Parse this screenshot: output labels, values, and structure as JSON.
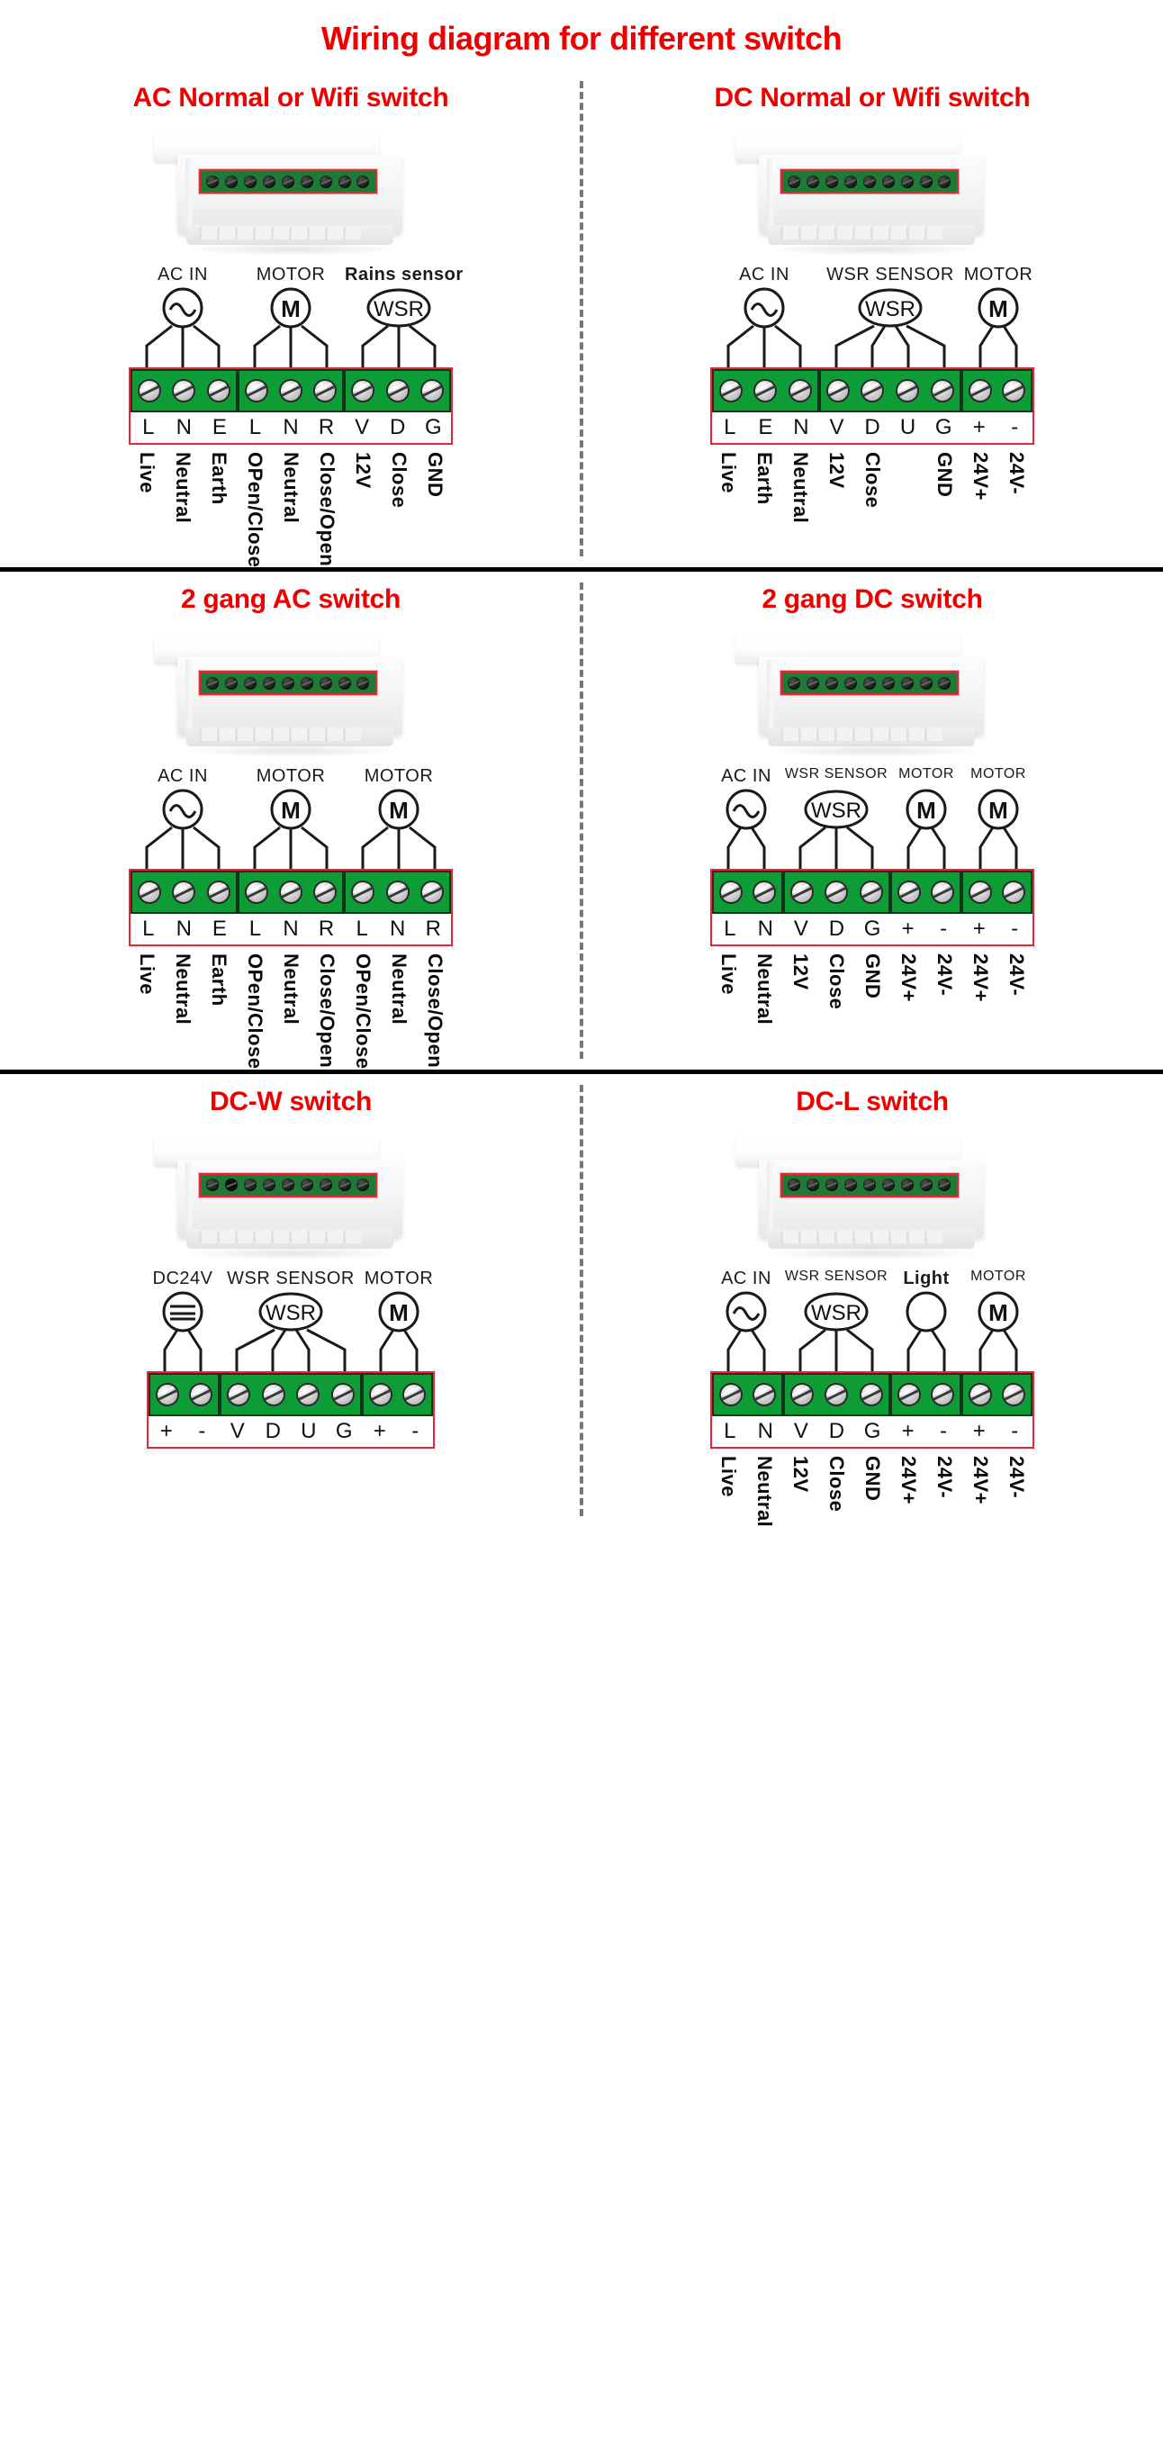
{
  "title": "Wiring diagram for different switch",
  "colors": {
    "title_red": "#ee0000",
    "terminal_green": "#0d9c35",
    "outline_red": "#ee2233",
    "text_black": "#111111"
  },
  "panels": [
    {
      "id": "ac-normal-wifi",
      "title": "AC Normal or Wifi switch",
      "groups": [
        {
          "label": "AC IN",
          "style": "normal",
          "symbol": "ac-source",
          "terminals": 3
        },
        {
          "label": "MOTOR",
          "style": "normal",
          "symbol": "motor",
          "terminals": 3
        },
        {
          "label": "Rains sensor",
          "style": "bold",
          "symbol": "wsr-sensor",
          "terminals": 3
        }
      ],
      "codes": [
        "L",
        "N",
        "E",
        "L",
        "N",
        "R",
        "V",
        "D",
        "G"
      ],
      "descriptions": [
        "Live",
        "Neutral",
        "Earth",
        "OPen/Close",
        "Neutral",
        "Close/Open",
        "12V",
        "Close",
        "GND"
      ]
    },
    {
      "id": "dc-normal-wifi",
      "title": "DC Normal or Wifi switch",
      "groups": [
        {
          "label": "AC IN",
          "style": "normal",
          "symbol": "ac-source",
          "terminals": 3
        },
        {
          "label": "WSR SENSOR",
          "style": "normal",
          "symbol": "wsr-sensor",
          "terminals": 4
        },
        {
          "label": "MOTOR",
          "style": "normal",
          "symbol": "motor",
          "terminals": 2
        }
      ],
      "codes": [
        "L",
        "E",
        "N",
        "V",
        "D",
        "U",
        "G",
        "+",
        "-"
      ],
      "descriptions": [
        "Live",
        "Earth",
        "Neutral",
        "12V",
        "Close",
        "",
        "GND",
        "24V+",
        "24V-"
      ]
    },
    {
      "id": "2-gang-ac",
      "title": "2 gang AC switch",
      "groups": [
        {
          "label": "AC IN",
          "style": "normal",
          "symbol": "ac-source",
          "terminals": 3
        },
        {
          "label": "MOTOR",
          "style": "normal",
          "symbol": "motor",
          "terminals": 3
        },
        {
          "label": "MOTOR",
          "style": "normal",
          "symbol": "motor",
          "terminals": 3
        }
      ],
      "codes": [
        "L",
        "N",
        "E",
        "L",
        "N",
        "R",
        "L",
        "N",
        "R"
      ],
      "descriptions": [
        "Live",
        "Neutral",
        "Earth",
        "OPen/Close",
        "Neutral",
        "Close/Open",
        "OPen/Close",
        "Neutral",
        "Close/Open"
      ]
    },
    {
      "id": "2-gang-dc",
      "title": "2 gang DC switch",
      "groups": [
        {
          "label": "AC IN",
          "style": "normal",
          "symbol": "ac-source",
          "terminals": 2
        },
        {
          "label": "WSR SENSOR",
          "style": "small",
          "symbol": "wsr-sensor",
          "terminals": 3
        },
        {
          "label": "MOTOR",
          "style": "small",
          "symbol": "motor",
          "terminals": 2
        },
        {
          "label": "MOTOR",
          "style": "small",
          "symbol": "motor",
          "terminals": 2
        }
      ],
      "codes": [
        "L",
        "N",
        "V",
        "D",
        "G",
        "+",
        "-",
        "+",
        "-"
      ],
      "descriptions": [
        "Live",
        "Neutral",
        "12V",
        "Close",
        "GND",
        "24V+",
        "24V-",
        "24V+",
        "24V-"
      ]
    },
    {
      "id": "dc-w",
      "title": "DC-W switch",
      "groups": [
        {
          "label": "DC24V",
          "style": "normal",
          "symbol": "dc-source",
          "terminals": 2
        },
        {
          "label": "WSR SENSOR",
          "style": "normal",
          "symbol": "wsr-sensor",
          "terminals": 4
        },
        {
          "label": "MOTOR",
          "style": "normal",
          "symbol": "motor",
          "terminals": 2
        }
      ],
      "codes": [
        "+",
        "-",
        "V",
        "D",
        "U",
        "G",
        "+",
        "-"
      ],
      "descriptions": [
        "",
        "",
        "",
        "",
        "",
        "",
        "",
        ""
      ]
    },
    {
      "id": "dc-l",
      "title": "DC-L switch",
      "groups": [
        {
          "label": "AC IN",
          "style": "normal",
          "symbol": "ac-source",
          "terminals": 2
        },
        {
          "label": "WSR SENSOR",
          "style": "small",
          "symbol": "wsr-sensor",
          "terminals": 3
        },
        {
          "label": "Light",
          "style": "bold",
          "symbol": "lamp",
          "terminals": 2
        },
        {
          "label": "MOTOR",
          "style": "small",
          "symbol": "motor",
          "terminals": 2
        }
      ],
      "codes": [
        "L",
        "N",
        "V",
        "D",
        "G",
        "+",
        "-",
        "+",
        "-"
      ],
      "descriptions": [
        "Live",
        "Neutral",
        "12V",
        "Close",
        "GND",
        "24V+",
        "24V-",
        "24V+",
        "24V-"
      ]
    }
  ],
  "symbol_text": {
    "motor": "M",
    "wsr": "WSR"
  }
}
